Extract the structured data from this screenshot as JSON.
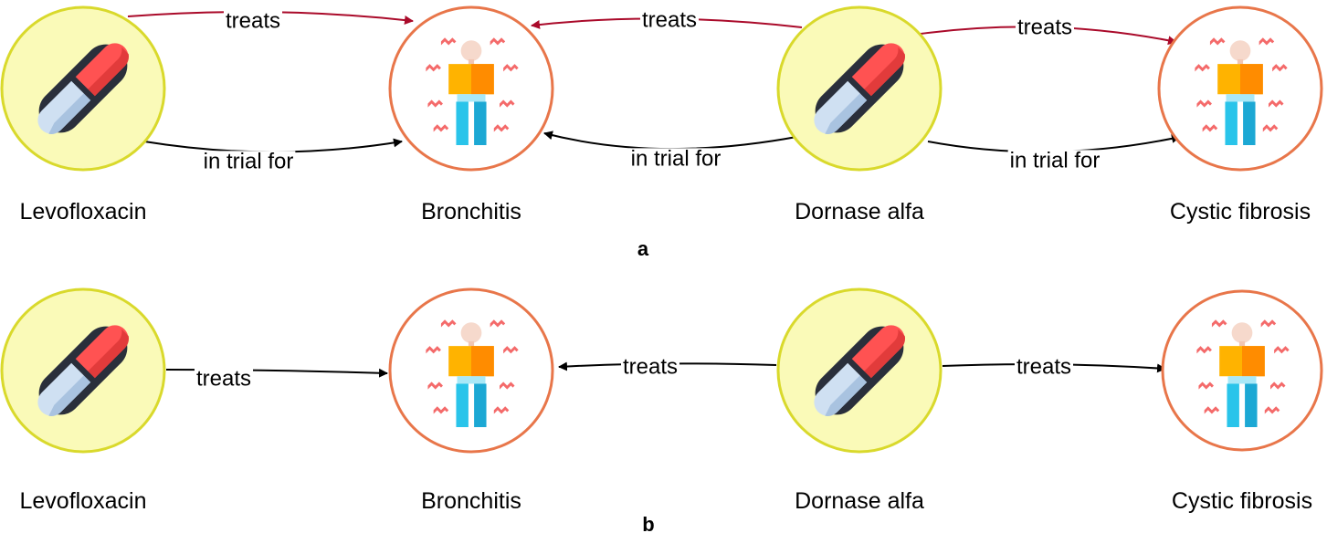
{
  "panels": [
    {
      "label": "a",
      "nodes": [
        {
          "name": "Levofloxacin",
          "kind": "drug"
        },
        {
          "name": "Bronchitis",
          "kind": "disease"
        },
        {
          "name": "Dornase alfa",
          "kind": "drug"
        },
        {
          "name": "Cystic fibrosis",
          "kind": "disease"
        }
      ],
      "edges": [
        {
          "label": "treats",
          "from": "Levofloxacin",
          "to": "Bronchitis",
          "relation": "treats"
        },
        {
          "label": "in trial for",
          "from": "Levofloxacin",
          "to": "Bronchitis",
          "relation": "in-trial-for"
        },
        {
          "label": "treats",
          "from": "Dornase alfa",
          "to": "Bronchitis",
          "relation": "treats"
        },
        {
          "label": "in trial for",
          "from": "Dornase alfa",
          "to": "Bronchitis",
          "relation": "in-trial-for"
        },
        {
          "label": "treats",
          "from": "Dornase alfa",
          "to": "Cystic fibrosis",
          "relation": "treats"
        },
        {
          "label": "in trial for",
          "from": "Dornase alfa",
          "to": "Cystic fibrosis",
          "relation": "in-trial-for"
        }
      ]
    },
    {
      "label": "b",
      "nodes": [
        {
          "name": "Levofloxacin",
          "kind": "drug"
        },
        {
          "name": "Bronchitis",
          "kind": "disease"
        },
        {
          "name": "Dornase alfa",
          "kind": "drug"
        },
        {
          "name": "Cystic fibrosis",
          "kind": "disease"
        }
      ],
      "edges": [
        {
          "label": "treats",
          "from": "Levofloxacin",
          "to": "Bronchitis",
          "relation": "treats"
        },
        {
          "label": "treats",
          "from": "Dornase alfa",
          "to": "Bronchitis",
          "relation": "treats"
        },
        {
          "label": "treats",
          "from": "Dornase alfa",
          "to": "Cystic fibrosis",
          "relation": "treats"
        }
      ]
    }
  ],
  "icons": {
    "drug": "pill-icon",
    "disease": "sick-person-icon"
  },
  "colors": {
    "drug_fill": "#fafab8",
    "drug_stroke": "#d9d92c",
    "disease_fill": "#ffffff",
    "disease_stroke": "#e8764a",
    "treats_edge_panel_a": "#aa0a2a",
    "edge_default": "#000000"
  }
}
